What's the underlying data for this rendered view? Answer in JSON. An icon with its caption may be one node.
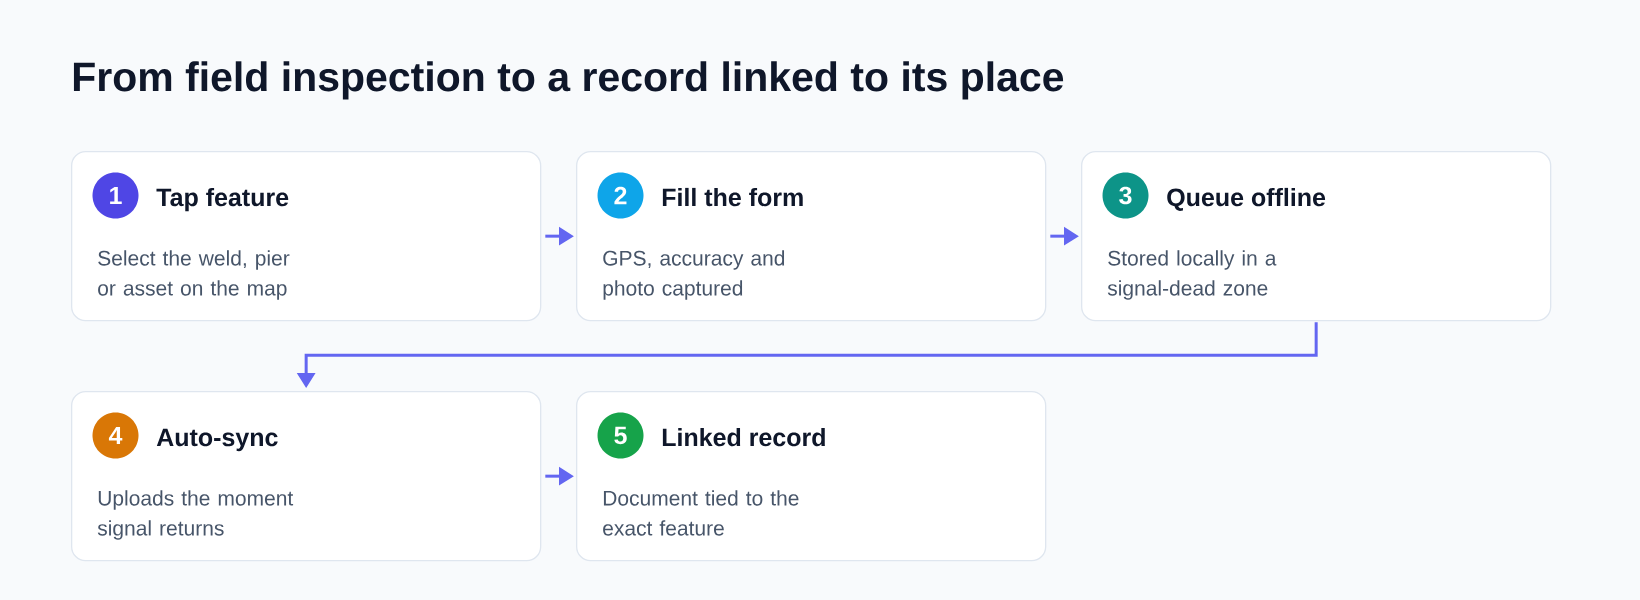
{
  "diagram": {
    "title": "From field inspection to a record linked to its place",
    "nodes": [
      {
        "text": [
          "Tap feature",
          "Select the weld, pier or asset on the map"
        ]
      },
      {
        "text": [
          "1"
        ],
        "in": 0
      },
      {
        "text": [
          "Fill the form",
          "GPS, accuracy and photo captured"
        ]
      },
      {
        "text": [
          "2"
        ],
        "in": 2
      },
      {
        "text": [
          "Queue offline",
          "Stored locally in a signal-dead zone"
        ]
      },
      {
        "text": [
          "3"
        ],
        "in": 4
      },
      {
        "text": [
          "Auto-sync",
          "Uploads the moment signal returns"
        ]
      },
      {
        "text": [
          "4"
        ],
        "in": 6
      },
      {
        "text": [
          "Linked record",
          "Document tied to the exact feature"
        ]
      },
      {
        "text": [
          "5"
        ],
        "in": 8
      }
    ],
    "edges": [
      {
        "from": 0,
        "to": 2,
        "arrow": "to"
      },
      {
        "from": 2,
        "to": 4,
        "arrow": "to"
      },
      {
        "from": 4,
        "to": 6,
        "arrow": "to"
      },
      {
        "from": 6,
        "to": 8,
        "arrow": "to"
      }
    ]
  }
}
